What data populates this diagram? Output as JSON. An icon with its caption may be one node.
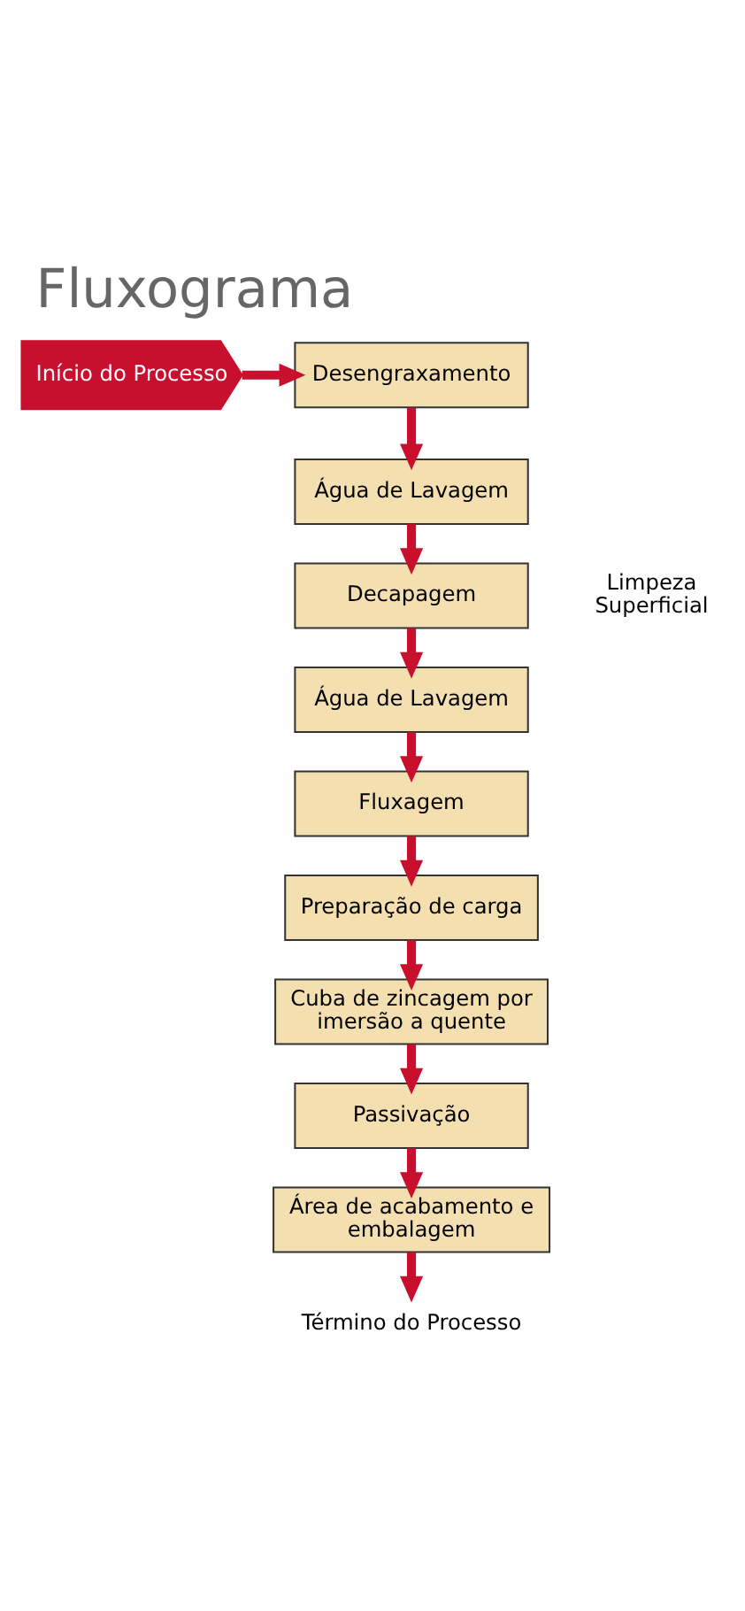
{
  "diagram": {
    "title": "Fluxograma",
    "nodes": [
      {
        "text": [
          "Início do Processo"
        ]
      },
      {
        "text": [
          "Desengraxamento"
        ]
      },
      {
        "text": [
          "Água de Lavagem"
        ]
      },
      {
        "text": [
          "Decapagem"
        ]
      },
      {
        "text": [
          "Água de Lavagem"
        ]
      },
      {
        "text": [
          "Fluxagem"
        ]
      },
      {
        "text": [
          "Preparação de carga"
        ]
      },
      {
        "text": [
          "Cuba de zincagem por imersão a quente"
        ]
      },
      {
        "text": [
          "Passivação"
        ]
      },
      {
        "text": [
          "Área de acabamento e embalagem"
        ]
      },
      {
        "text": [
          "Término do Processo"
        ]
      }
    ],
    "edges": [
      {
        "from": 0,
        "to": 1,
        "arrow": "to"
      },
      {
        "from": 1,
        "to": 2,
        "arrow": "to"
      },
      {
        "from": 2,
        "to": 3,
        "arrow": "to"
      },
      {
        "from": 3,
        "to": 4,
        "arrow": "to"
      },
      {
        "from": 4,
        "to": 5,
        "arrow": "to"
      },
      {
        "from": 5,
        "to": 6,
        "arrow": "to"
      },
      {
        "from": 6,
        "to": 7,
        "arrow": "to"
      },
      {
        "from": 7,
        "to": 8,
        "arrow": "to"
      },
      {
        "from": 8,
        "to": 9,
        "arrow": "to"
      },
      {
        "from": 9,
        "to": 10,
        "arrow": "to"
      }
    ],
    "labels": [
      "Limpeza Superficial"
    ]
  }
}
